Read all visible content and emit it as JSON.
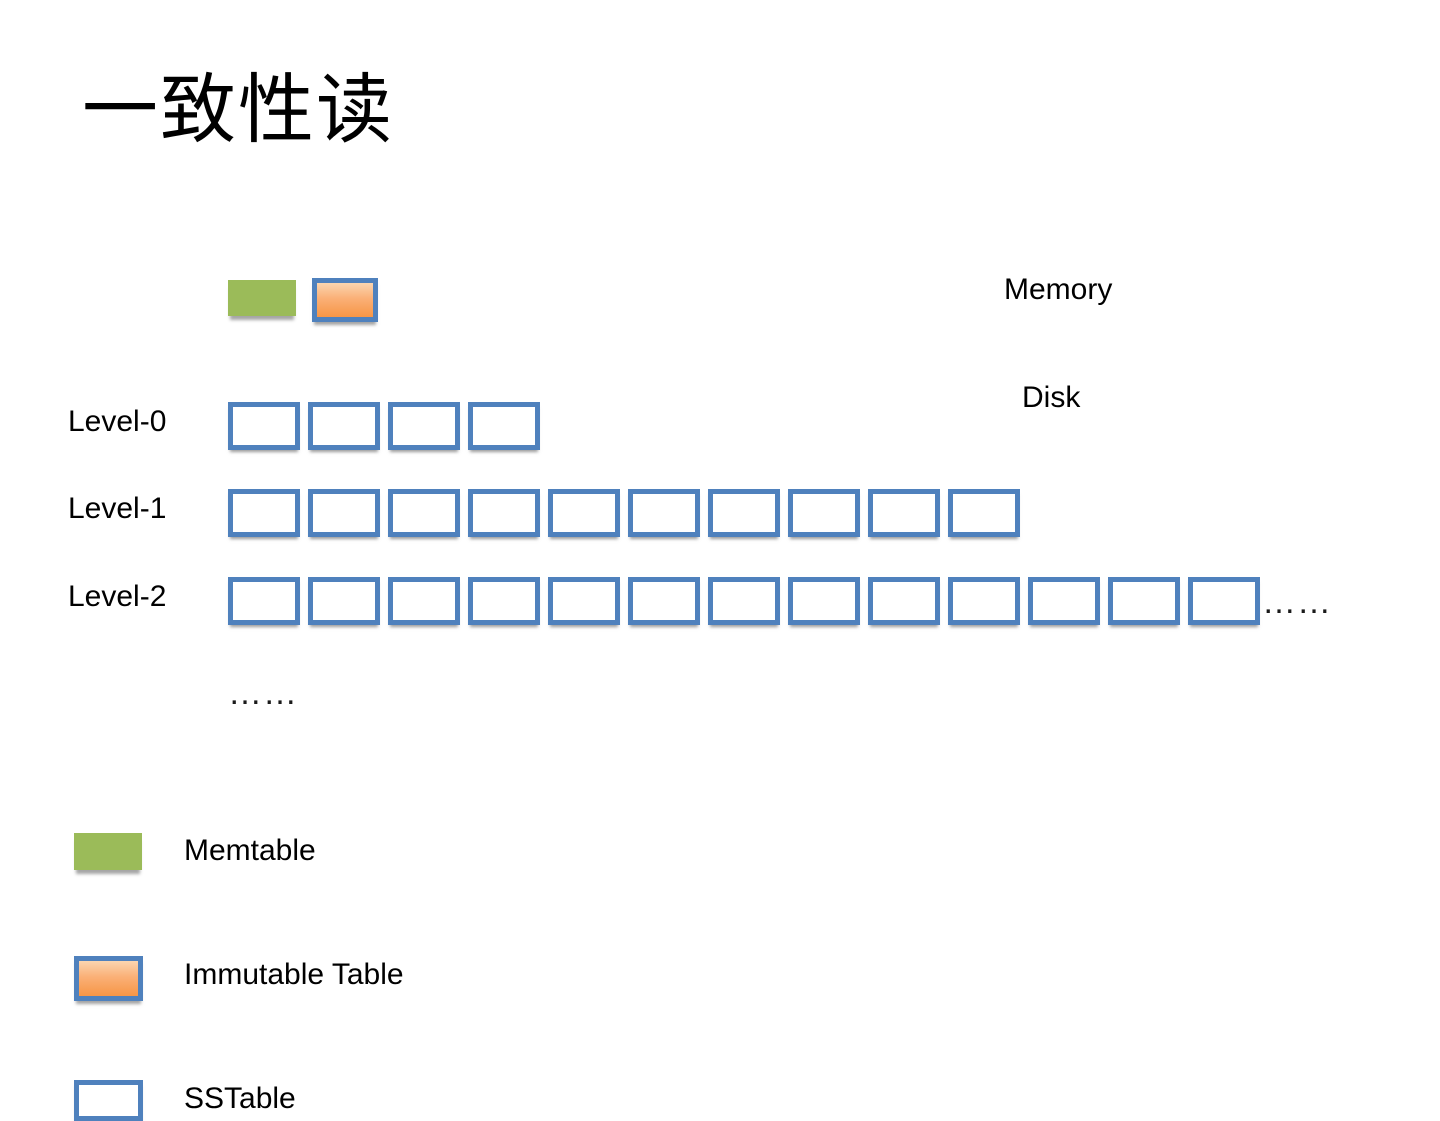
{
  "slide": {
    "title": "一致性读",
    "background_color": "#FFFFFF"
  },
  "colors": {
    "divider_red": "#B04A43",
    "sstable_border_blue": "#4F81BD",
    "memtable_green": "#9BBB59",
    "immutable_orange": "#F79646",
    "text_black": "#000000"
  },
  "regions": {
    "memory_label": "Memory",
    "disk_label": "Disk"
  },
  "memory_blocks": [
    {
      "name": "memtable",
      "type": "Memtable"
    },
    {
      "name": "immutable-table",
      "type": "Immutable Table"
    }
  ],
  "levels": [
    {
      "label": "Level-0",
      "sstable_count": 4,
      "trailing_ellipsis": ""
    },
    {
      "label": "Level-1",
      "sstable_count": 10,
      "trailing_ellipsis": ""
    },
    {
      "label": "Level-2",
      "sstable_count": 13,
      "trailing_ellipsis": "……"
    }
  ],
  "more_levels_ellipsis": "……",
  "legend": {
    "items": [
      {
        "swatch": "memtable-swatch",
        "label": "Memtable"
      },
      {
        "swatch": "immutable-swatch",
        "label": "Immutable Table"
      },
      {
        "swatch": "sstable-swatch",
        "label": "SSTable"
      }
    ]
  }
}
